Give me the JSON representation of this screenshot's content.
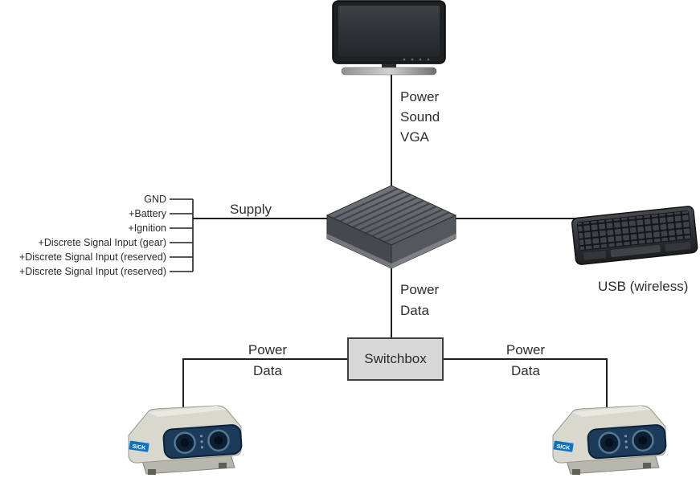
{
  "labels": {
    "monitor_connection": [
      "Power",
      "Sound",
      "VGA"
    ],
    "supply": "Supply",
    "usb": "USB (wireless)",
    "power": "Power",
    "data": "Data",
    "switchbox": "Switchbox"
  },
  "supply_inputs": [
    "GND",
    "+Battery",
    "+Ignition",
    "+Discrete Signal Input (gear)",
    "+Discrete Signal Input (reserved)",
    "+Discrete Signal Input (reserved)"
  ],
  "camera_brand": "SICK",
  "colors": {
    "line": "#231f20",
    "switchbox_fill": "#d8d8d8",
    "switchbox_border": "#3f3f3f",
    "sick_blue": "#0c74c4",
    "camera_panel": "#1c3a59"
  }
}
